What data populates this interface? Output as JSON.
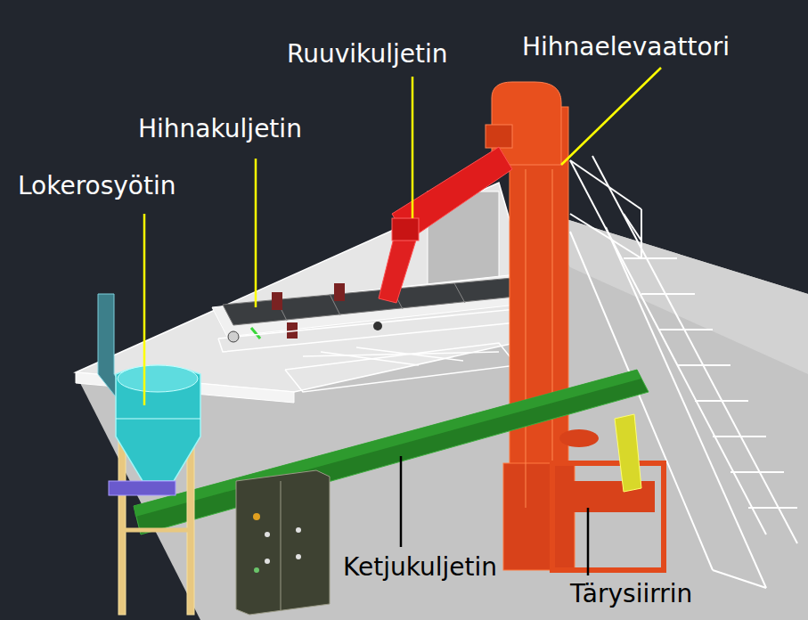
{
  "diagram": {
    "labels": [
      "Ruuvikuljetin",
      "Hihnaelevaattori",
      "Hihnakuljetin",
      "Lokerosyötin",
      "Ketjukuljetin",
      "Tärysiirrin"
    ]
  }
}
